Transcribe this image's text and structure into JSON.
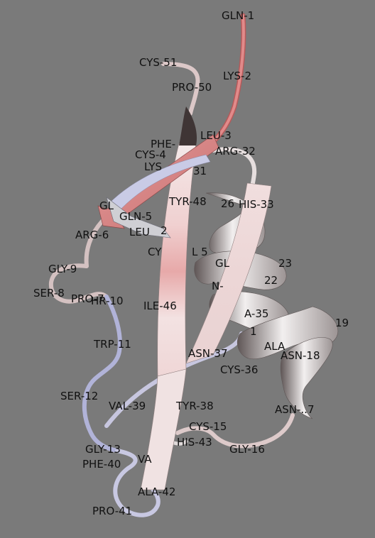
{
  "viewer": {
    "background": "#7a7a7a",
    "label_color": "#111111",
    "colors": {
      "red": "#d98585",
      "red_light": "#eab0b0",
      "white": "#f4f1f1",
      "blue": "#b7b9e0",
      "shadow": "#6e5e5e"
    }
  },
  "residue_labels": [
    "GLN-1",
    "LYS-2",
    "CYS-51",
    "PRO-50",
    "LEU-3",
    "PHE-",
    "ARG-32",
    "CYS-4",
    "LYS",
    "31",
    "TYR-48",
    "26",
    "HIS-33",
    "GL",
    "GLN-5",
    "ARG-6",
    "LEU",
    "2",
    "CY",
    "L 5",
    "GL",
    "23",
    "GLY-9",
    "SER-8",
    "PRO-7",
    "HR-10",
    "N-",
    "22",
    "ILE-46",
    "A-35",
    "19",
    "TRP-11",
    "1",
    "ALA",
    "ASN-37",
    "ASN-18",
    "CYS-36",
    "SER-12",
    "VAL-39",
    "TYR-38",
    "ASN-..7",
    "CYS-15",
    "GLY-13",
    "HIS-43",
    "GLY-16",
    "PHE-40",
    "VA",
    "ALA-42",
    "PRO-41"
  ]
}
